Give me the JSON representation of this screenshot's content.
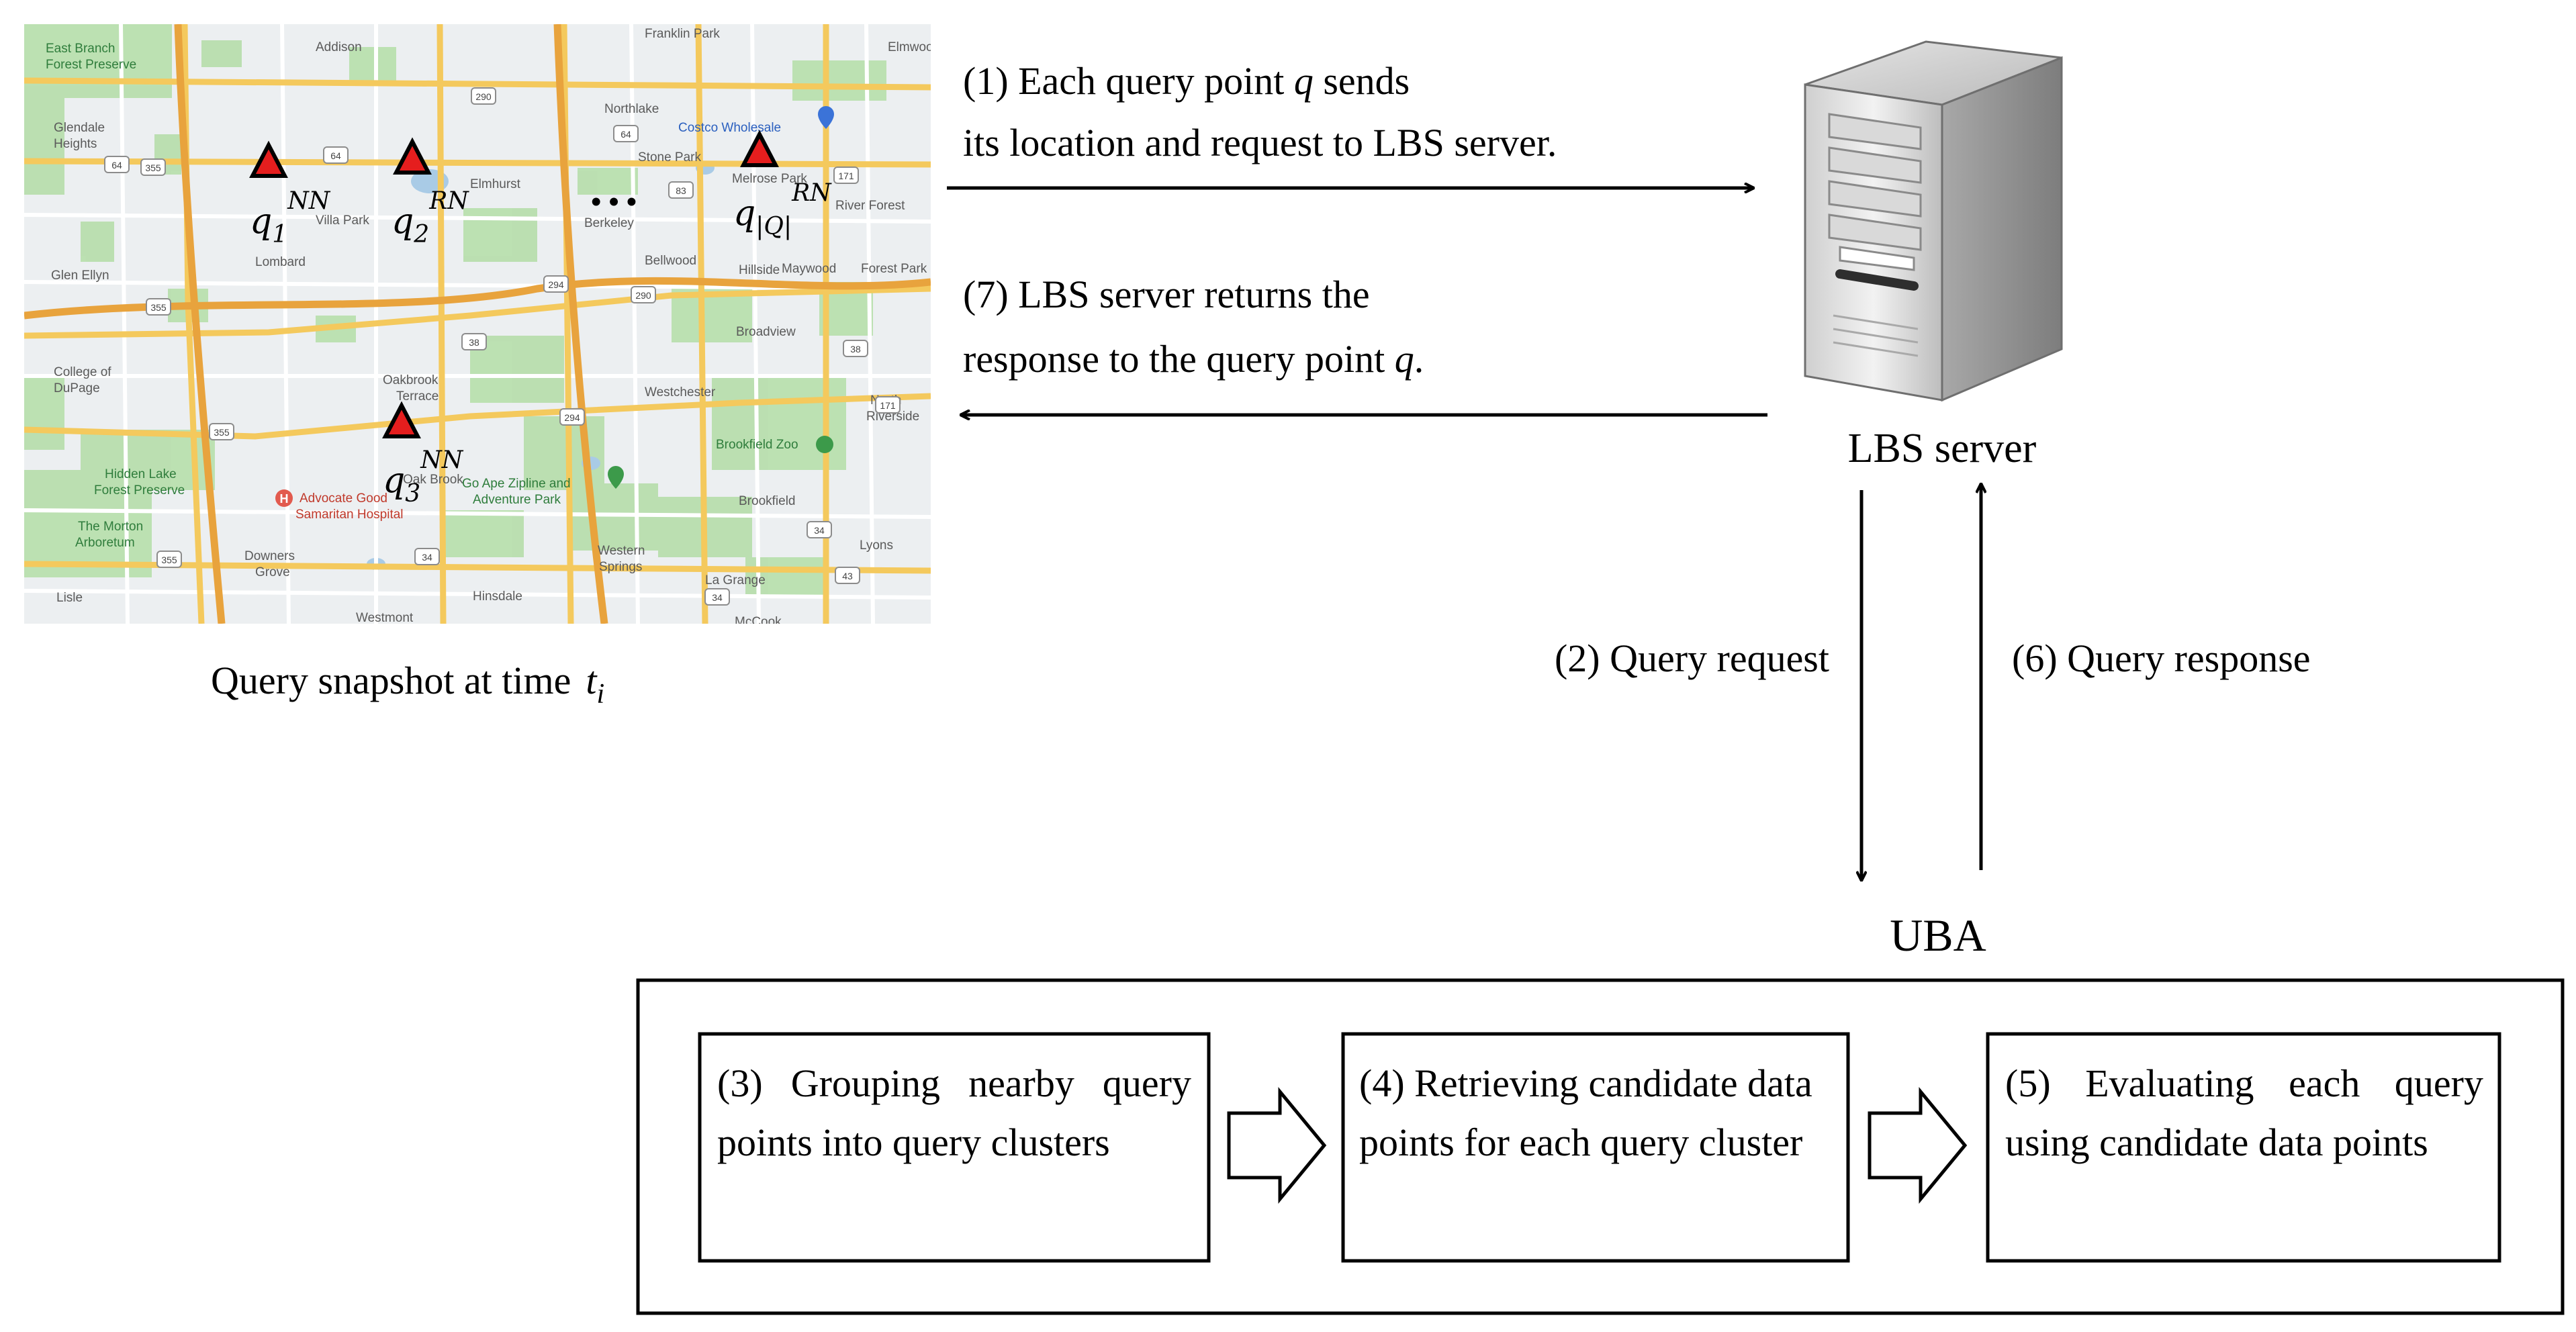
{
  "map": {
    "place_labels": [
      {
        "text": "East Branch",
        "cls": "maplbl-g"
      },
      {
        "text": "Forest Preserve",
        "cls": "maplbl-g"
      },
      {
        "text": "Addison",
        "cls": "maplbl"
      },
      {
        "text": "Franklin Park",
        "cls": "maplbl"
      },
      {
        "text": "Elmwood P",
        "cls": "maplbl"
      },
      {
        "text": "Northlake",
        "cls": "maplbl"
      },
      {
        "text": "Costco Wholesale",
        "cls": "maplbl-b"
      },
      {
        "text": "Glendale",
        "cls": "maplbl"
      },
      {
        "text": "Heights",
        "cls": "maplbl"
      },
      {
        "text": "Stone Park",
        "cls": "maplbl"
      },
      {
        "text": "Melrose Park",
        "cls": "maplbl"
      },
      {
        "text": "Elmhurst",
        "cls": "maplbl"
      },
      {
        "text": "Villa Park",
        "cls": "maplbl"
      },
      {
        "text": "Berkeley",
        "cls": "maplbl"
      },
      {
        "text": "River Forest",
        "cls": "maplbl"
      },
      {
        "text": "Lombard",
        "cls": "maplbl"
      },
      {
        "text": "Bellwood",
        "cls": "maplbl"
      },
      {
        "text": "Glen Ellyn",
        "cls": "maplbl"
      },
      {
        "text": "Hillside",
        "cls": "maplbl"
      },
      {
        "text": "Maywood",
        "cls": "maplbl"
      },
      {
        "text": "Forest Park",
        "cls": "maplbl"
      },
      {
        "text": "Broadview",
        "cls": "maplbl"
      },
      {
        "text": "College of",
        "cls": "maplbl"
      },
      {
        "text": "DuPage",
        "cls": "maplbl"
      },
      {
        "text": "Oakbrook",
        "cls": "maplbl"
      },
      {
        "text": "Terrace",
        "cls": "maplbl"
      },
      {
        "text": "Westchester",
        "cls": "maplbl"
      },
      {
        "text": "North",
        "cls": "maplbl"
      },
      {
        "text": "Riverside",
        "cls": "maplbl"
      },
      {
        "text": "Oak Brook",
        "cls": "maplbl"
      },
      {
        "text": "Brookfield Zoo",
        "cls": "maplbl-g"
      },
      {
        "text": "Hidden Lake",
        "cls": "maplbl-g"
      },
      {
        "text": "Forest Preserve",
        "cls": "maplbl-g"
      },
      {
        "text": "Go Ape Zipline and",
        "cls": "maplbl-g"
      },
      {
        "text": "Adventure Park",
        "cls": "maplbl-g"
      },
      {
        "text": "Advocate Good",
        "cls": "maplbl-r"
      },
      {
        "text": "Samaritan Hospital",
        "cls": "maplbl-r"
      },
      {
        "text": "Brookfield",
        "cls": "maplbl"
      },
      {
        "text": "The Morton",
        "cls": "maplbl-g"
      },
      {
        "text": "Arboretum",
        "cls": "maplbl-g"
      },
      {
        "text": "Lyons",
        "cls": "maplbl"
      },
      {
        "text": "Downers",
        "cls": "maplbl"
      },
      {
        "text": "Grove",
        "cls": "maplbl"
      },
      {
        "text": "Western",
        "cls": "maplbl"
      },
      {
        "text": "Springs",
        "cls": "maplbl"
      },
      {
        "text": "La Grange",
        "cls": "maplbl"
      },
      {
        "text": "Hinsdale",
        "cls": "maplbl"
      },
      {
        "text": "Lisle",
        "cls": "maplbl"
      },
      {
        "text": "Westmont",
        "cls": "maplbl"
      },
      {
        "text": "McCook",
        "cls": "maplbl"
      }
    ],
    "route_shields": [
      "355",
      "64",
      "64",
      "290",
      "64",
      "171",
      "355",
      "294",
      "290",
      "38",
      "83",
      "38",
      "171",
      "355",
      "294",
      "34",
      "43",
      "355",
      "34",
      "34"
    ],
    "query_points": [
      {
        "base": "q",
        "sub": "1",
        "sup": "NN"
      },
      {
        "base": "q",
        "sub": "2",
        "sup": "RN"
      },
      {
        "base": "q",
        "sub": "|Q|",
        "sup": "RN"
      },
      {
        "base": "q",
        "sub": "3",
        "sup": "NN"
      }
    ],
    "ellipsis": "• • •",
    "caption": "Query snapshot at time",
    "caption_var": "t",
    "caption_sub": "i"
  },
  "server_label": "LBS server",
  "uba_label": "UBA",
  "steps": {
    "s1": [
      "(1) Each query point ",
      "q",
      " sends",
      "its location and request to LBS server."
    ],
    "s7": [
      "(7) LBS server returns the",
      "response to the query point ",
      "q",
      "."
    ],
    "s2": "(2) Query request",
    "s6": "(6) Query response",
    "s3": "(3) Grouping nearby query points into query clusters",
    "s4": "(4) Retrieving candidate data points for each query cluster",
    "s5": "(5) Evaluating each query using candidate data points"
  }
}
